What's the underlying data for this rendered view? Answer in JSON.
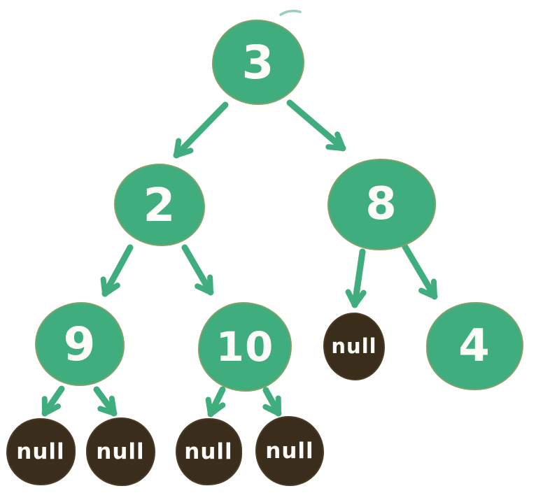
{
  "diagram": {
    "type": "binary-tree",
    "colors": {
      "node_green": "#3fad7d",
      "node_dark": "#3b2d1c",
      "label_text": "#fdfcf8",
      "arrow": "#3fad7d",
      "outline_tan": "#b49a62",
      "background": "#ffffff"
    },
    "nodes": [
      {
        "id": "node-3",
        "label": "3",
        "kind": "value"
      },
      {
        "id": "node-2",
        "label": "2",
        "kind": "value"
      },
      {
        "id": "node-8",
        "label": "8",
        "kind": "value"
      },
      {
        "id": "node-9",
        "label": "9",
        "kind": "value"
      },
      {
        "id": "node-10",
        "label": "10",
        "kind": "value"
      },
      {
        "id": "null-8-left",
        "label": "null",
        "kind": "null"
      },
      {
        "id": "node-4",
        "label": "4",
        "kind": "value"
      },
      {
        "id": "null-9-left",
        "label": "null",
        "kind": "null"
      },
      {
        "id": "null-9-right",
        "label": "null",
        "kind": "null"
      },
      {
        "id": "null-10-left",
        "label": "null",
        "kind": "null"
      },
      {
        "id": "null-10-right",
        "label": "null",
        "kind": "null"
      }
    ],
    "edges": [
      {
        "from": "node-3",
        "to": "node-2",
        "side": "left"
      },
      {
        "from": "node-3",
        "to": "node-8",
        "side": "right"
      },
      {
        "from": "node-2",
        "to": "node-9",
        "side": "left"
      },
      {
        "from": "node-2",
        "to": "node-10",
        "side": "right"
      },
      {
        "from": "node-8",
        "to": "null-8-left",
        "side": "left"
      },
      {
        "from": "node-8",
        "to": "node-4",
        "side": "right"
      },
      {
        "from": "node-9",
        "to": "null-9-left",
        "side": "left"
      },
      {
        "from": "node-9",
        "to": "null-9-right",
        "side": "right"
      },
      {
        "from": "node-10",
        "to": "null-10-left",
        "side": "left"
      },
      {
        "from": "node-10",
        "to": "null-10-right",
        "side": "right"
      }
    ]
  }
}
